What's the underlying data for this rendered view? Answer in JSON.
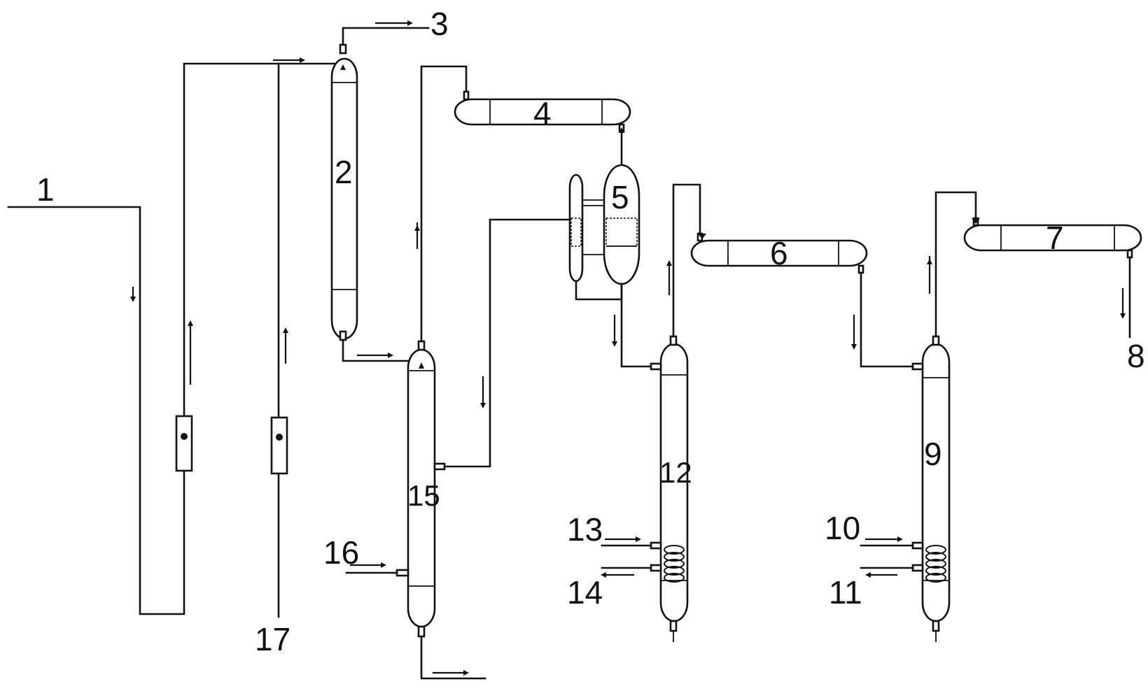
{
  "labels": {
    "l1": "1",
    "l2": "2",
    "l3": "3",
    "l4": "4",
    "l5": "5",
    "l6": "6",
    "l7": "7",
    "l8": "8",
    "l9": "9",
    "l10": "10",
    "l11": "11",
    "l12": "12",
    "l13": "13",
    "l14": "14",
    "l15": "15",
    "l16": "16",
    "l17": "17"
  },
  "colors": {
    "stroke": "#111111",
    "background": "#ffffff"
  }
}
